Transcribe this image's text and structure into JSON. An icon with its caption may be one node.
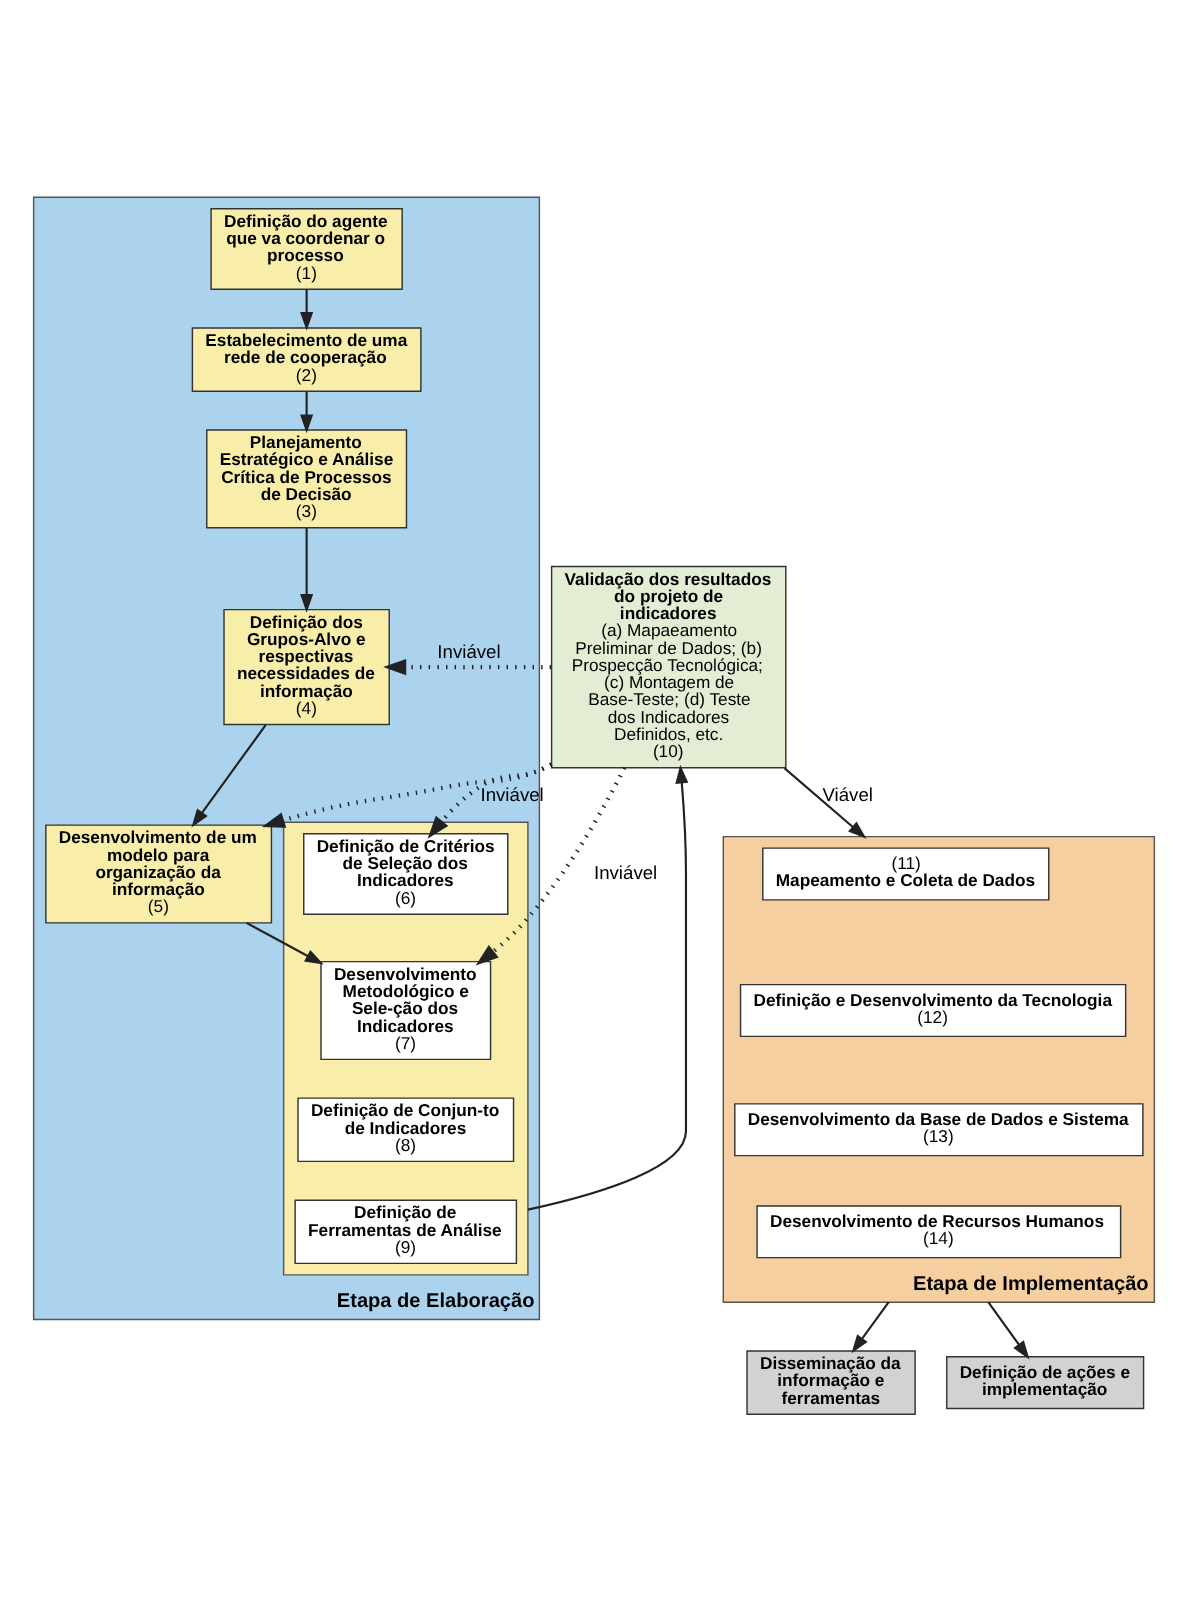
{
  "diagram": {
    "nodes": [
      {
        "text": [
          "Validação dos resultados do projeto de indicadores",
          "(a) Mapaeamento Preliminar de Dados; (b) Prospecção Tecnológica; (c) Montagem de Base-Teste; (d) Teste dos Indicadores Definidos, etc.",
          "(10)"
        ]
      },
      {
        "text": [
          "Etapa de Elaboração"
        ]
      },
      {
        "text": [
          "Definição do agente que va coordenar o processo",
          "(1)"
        ],
        "in": 1
      },
      {
        "text": [
          "Estabelecimento de uma rede de cooperação",
          "(2)"
        ],
        "in": 1
      },
      {
        "text": [
          "Planejamento Estratégico e Análise Crítica de Processos de Decisão",
          "(3)"
        ],
        "in": 1
      },
      {
        "text": [
          "Definição dos Grupos-Alvo e respectivas necessidades de informação",
          "(4)"
        ],
        "in": 1
      },
      {
        "text": [
          "Desenvolvimento de um modelo para organização da informação",
          "(5)"
        ],
        "in": 1
      },
      {
        "text": [],
        "shape": "box",
        "in": 1
      },
      {
        "text": [
          "Definição de Critérios de Seleção dos Indicadores",
          "(6)"
        ],
        "in": 7
      },
      {
        "text": [
          "Desenvolvimento Metodológico e Sele-ção dos Indicadores",
          "(7)"
        ],
        "in": 7
      },
      {
        "text": [
          "Definição de Conjun-to de Indicadores",
          "(8)"
        ],
        "in": 7
      },
      {
        "text": [
          "Definição de Ferramentas de Análise",
          "(9)"
        ],
        "in": 7
      },
      {
        "text": [
          "Etapa de Implementação"
        ]
      },
      {
        "text": [
          "(11)",
          "Mapeamento e Coleta de Dados"
        ],
        "in": 12
      },
      {
        "text": [
          "Definição e Desenvolvimento da Tecnologia",
          "(12)"
        ],
        "in": 12
      },
      {
        "text": [
          "Desenvolvimento da Base de Dados e Sistema",
          "(13)"
        ],
        "in": 12
      },
      {
        "text": [
          "Desenvolvimento de Recursos Humanos",
          "(14)"
        ],
        "in": 12
      },
      {
        "text": [
          "Disseminação da informação e ferramentas"
        ]
      },
      {
        "text": [
          "Definição de ações e implementação"
        ]
      }
    ],
    "edges": [
      {
        "from": 2,
        "to": 3,
        "arrow": "to"
      },
      {
        "from": 3,
        "to": 4,
        "arrow": "to"
      },
      {
        "from": 4,
        "to": 5,
        "arrow": "to"
      },
      {
        "from": 5,
        "to": 6,
        "arrow": "to"
      },
      {
        "from": 6,
        "to": 9,
        "arrow": "to"
      },
      {
        "from": 7,
        "to": 0,
        "arrow": "to"
      },
      {
        "from": 0,
        "to": 8,
        "arrow": "to",
        "label": "Inviável",
        "style": "dashed"
      },
      {
        "from": 0,
        "to": 9,
        "arrow": "to",
        "label": "Inviável",
        "style": "dashed"
      },
      {
        "from": 0,
        "to": 5,
        "arrow": "to",
        "label": "Inviável",
        "style": "dashed"
      },
      {
        "from": 0,
        "to": 6,
        "arrow": "to",
        "style": "dashed"
      },
      {
        "from": 0,
        "to": 12,
        "arrow": "to",
        "label": "Viável"
      },
      {
        "from": 12,
        "to": 17,
        "arrow": "to"
      },
      {
        "from": 12,
        "to": 18,
        "arrow": "to"
      }
    ]
  }
}
